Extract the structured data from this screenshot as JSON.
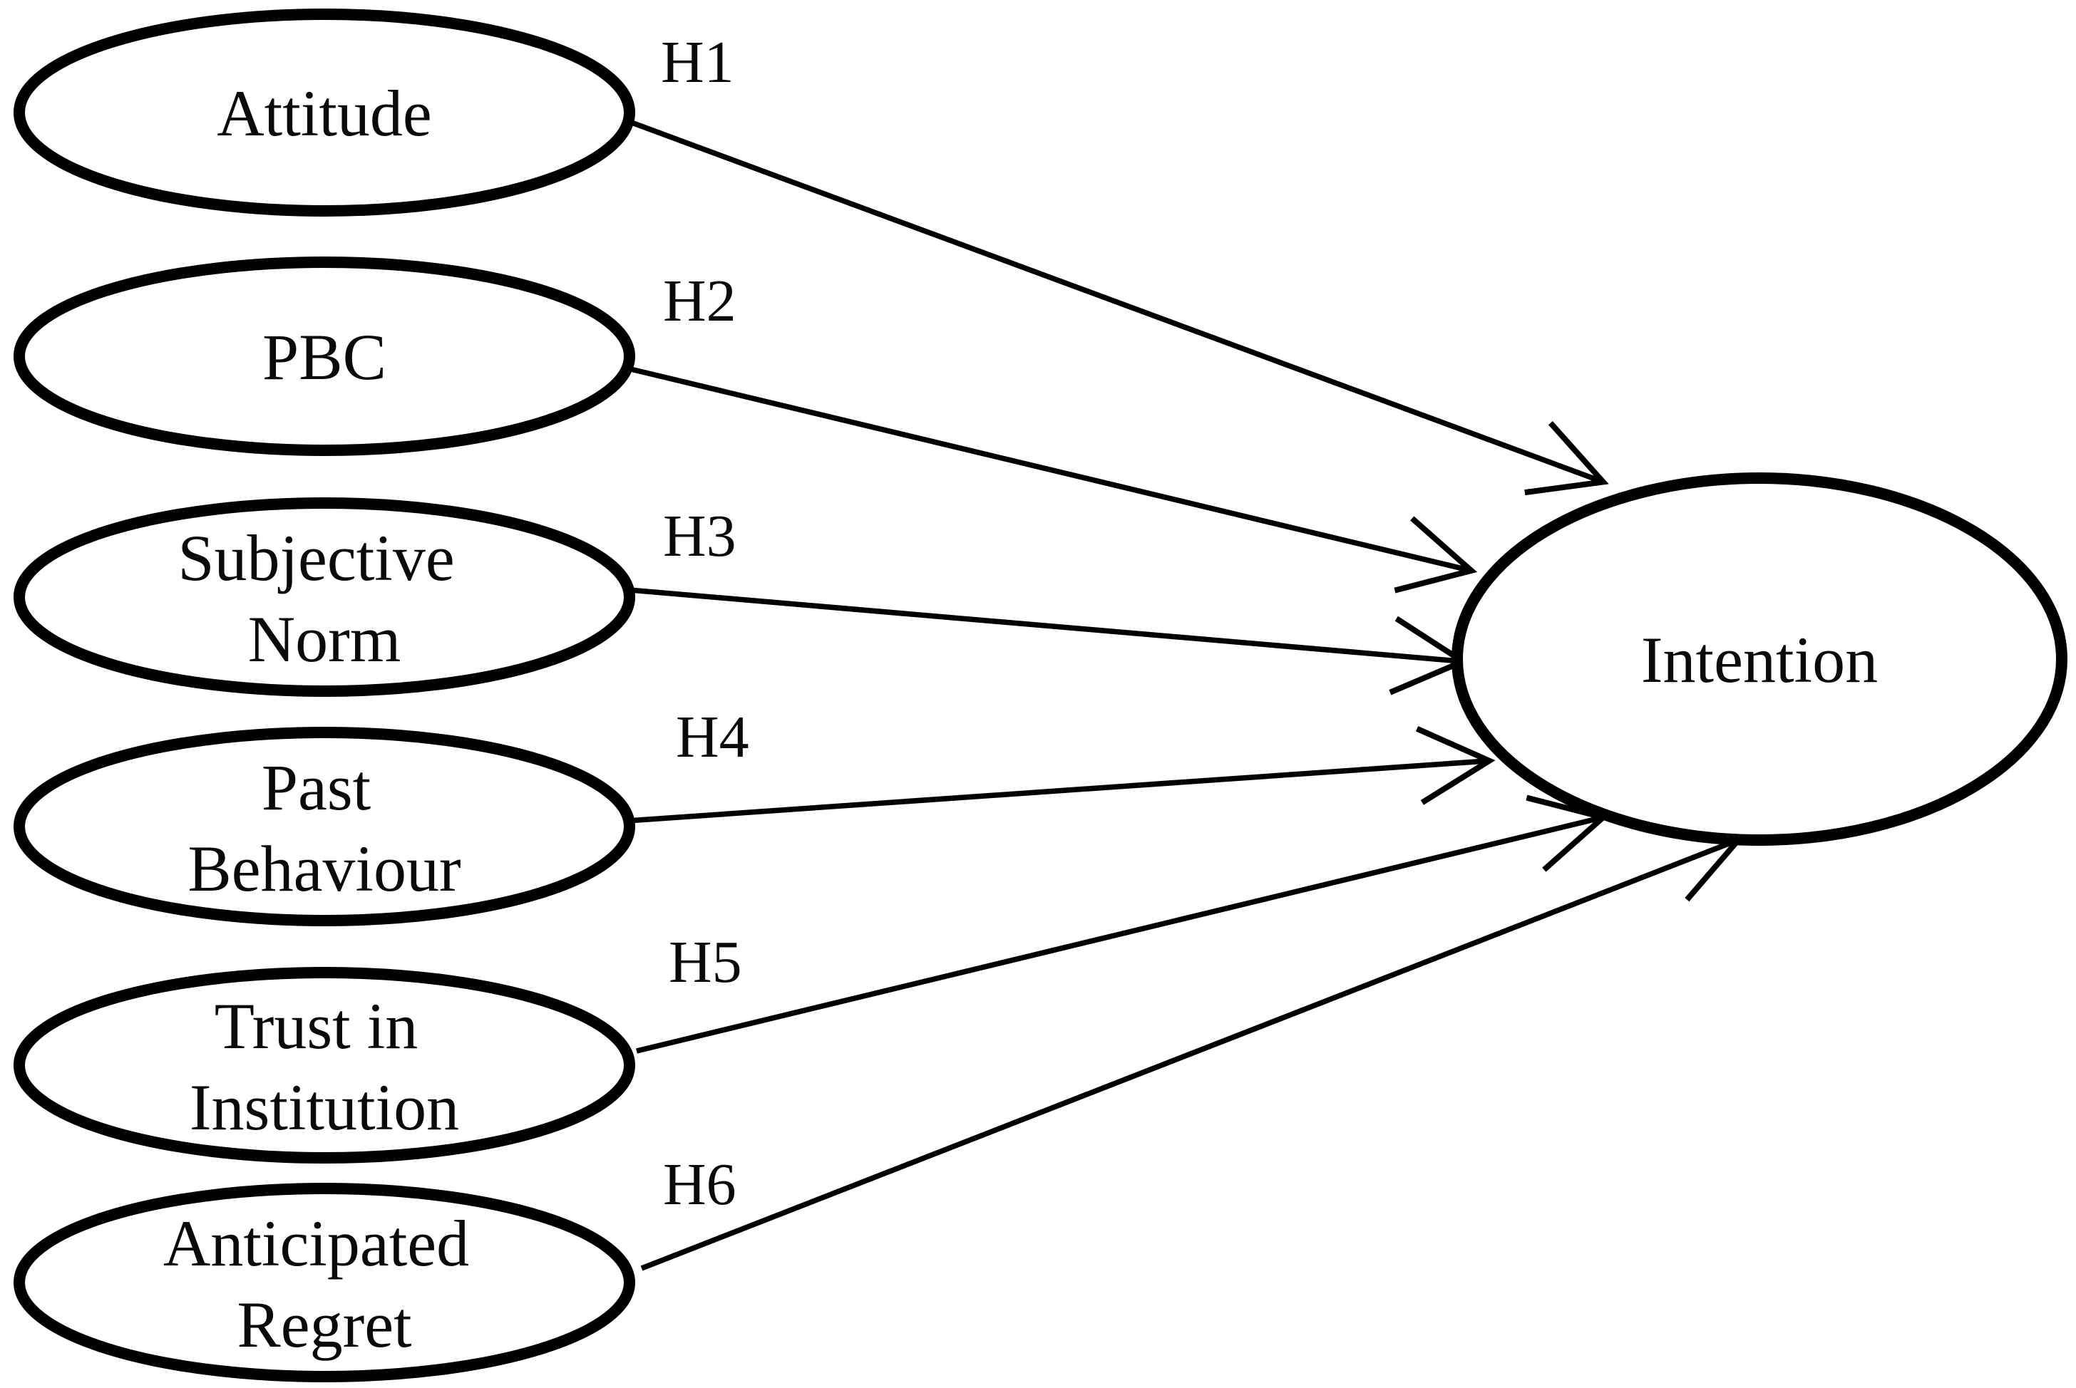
{
  "figure": {
    "type": "structural-path-diagram",
    "background_color": "#ffffff",
    "stroke_color": "#000000",
    "text_color": "#0a0a0a",
    "nodes": [
      {
        "id": "attitude",
        "label": "Attitude",
        "lines": [
          "Attitude"
        ]
      },
      {
        "id": "pbc",
        "label": "PBC",
        "lines": [
          "PBC"
        ]
      },
      {
        "id": "subjective-norm",
        "label": "Subjective Norm",
        "lines": [
          "Subjective",
          "Norm"
        ]
      },
      {
        "id": "past-behaviour",
        "label": "Past Behaviour",
        "lines": [
          "Past",
          "Behaviour"
        ]
      },
      {
        "id": "trust-in-institution",
        "label": "Trust in Institution",
        "lines": [
          "Trust in",
          "Institution"
        ]
      },
      {
        "id": "anticipated-regret",
        "label": "Anticipated Regret",
        "lines": [
          "Anticipated",
          "Regret"
        ]
      },
      {
        "id": "intention",
        "label": "Intention",
        "lines": [
          "Intention"
        ]
      }
    ],
    "paths": [
      {
        "id": "h1",
        "label": "H1",
        "from": "attitude",
        "to": "intention"
      },
      {
        "id": "h2",
        "label": "H2",
        "from": "pbc",
        "to": "intention"
      },
      {
        "id": "h3",
        "label": "H3",
        "from": "subjective-norm",
        "to": "intention"
      },
      {
        "id": "h4",
        "label": "H4",
        "from": "past-behaviour",
        "to": "intention"
      },
      {
        "id": "h5",
        "label": "H5",
        "from": "trust-in-institution",
        "to": "intention"
      },
      {
        "id": "h6",
        "label": "H6",
        "from": "anticipated-regret",
        "to": "intention"
      }
    ]
  }
}
